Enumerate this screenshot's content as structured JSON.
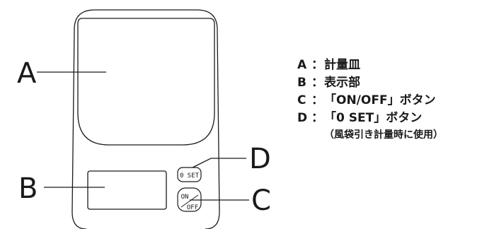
{
  "labels": {
    "A": "A",
    "B": "B",
    "C": "C",
    "D": "D"
  },
  "buttons": {
    "zero_set": "0 SET",
    "on": "ON",
    "off": "OFF"
  },
  "legend": {
    "items": [
      {
        "key": "A",
        "sep": "：",
        "text": "計量皿"
      },
      {
        "key": "B",
        "sep": "：",
        "text": "表示部"
      },
      {
        "key": "C",
        "sep": "：",
        "text": "「ON/OFF」ボタン"
      },
      {
        "key": "D",
        "sep": "：",
        "text": "「0 SET」ボタン"
      }
    ],
    "note": "（風袋引き計量時に使用）"
  }
}
